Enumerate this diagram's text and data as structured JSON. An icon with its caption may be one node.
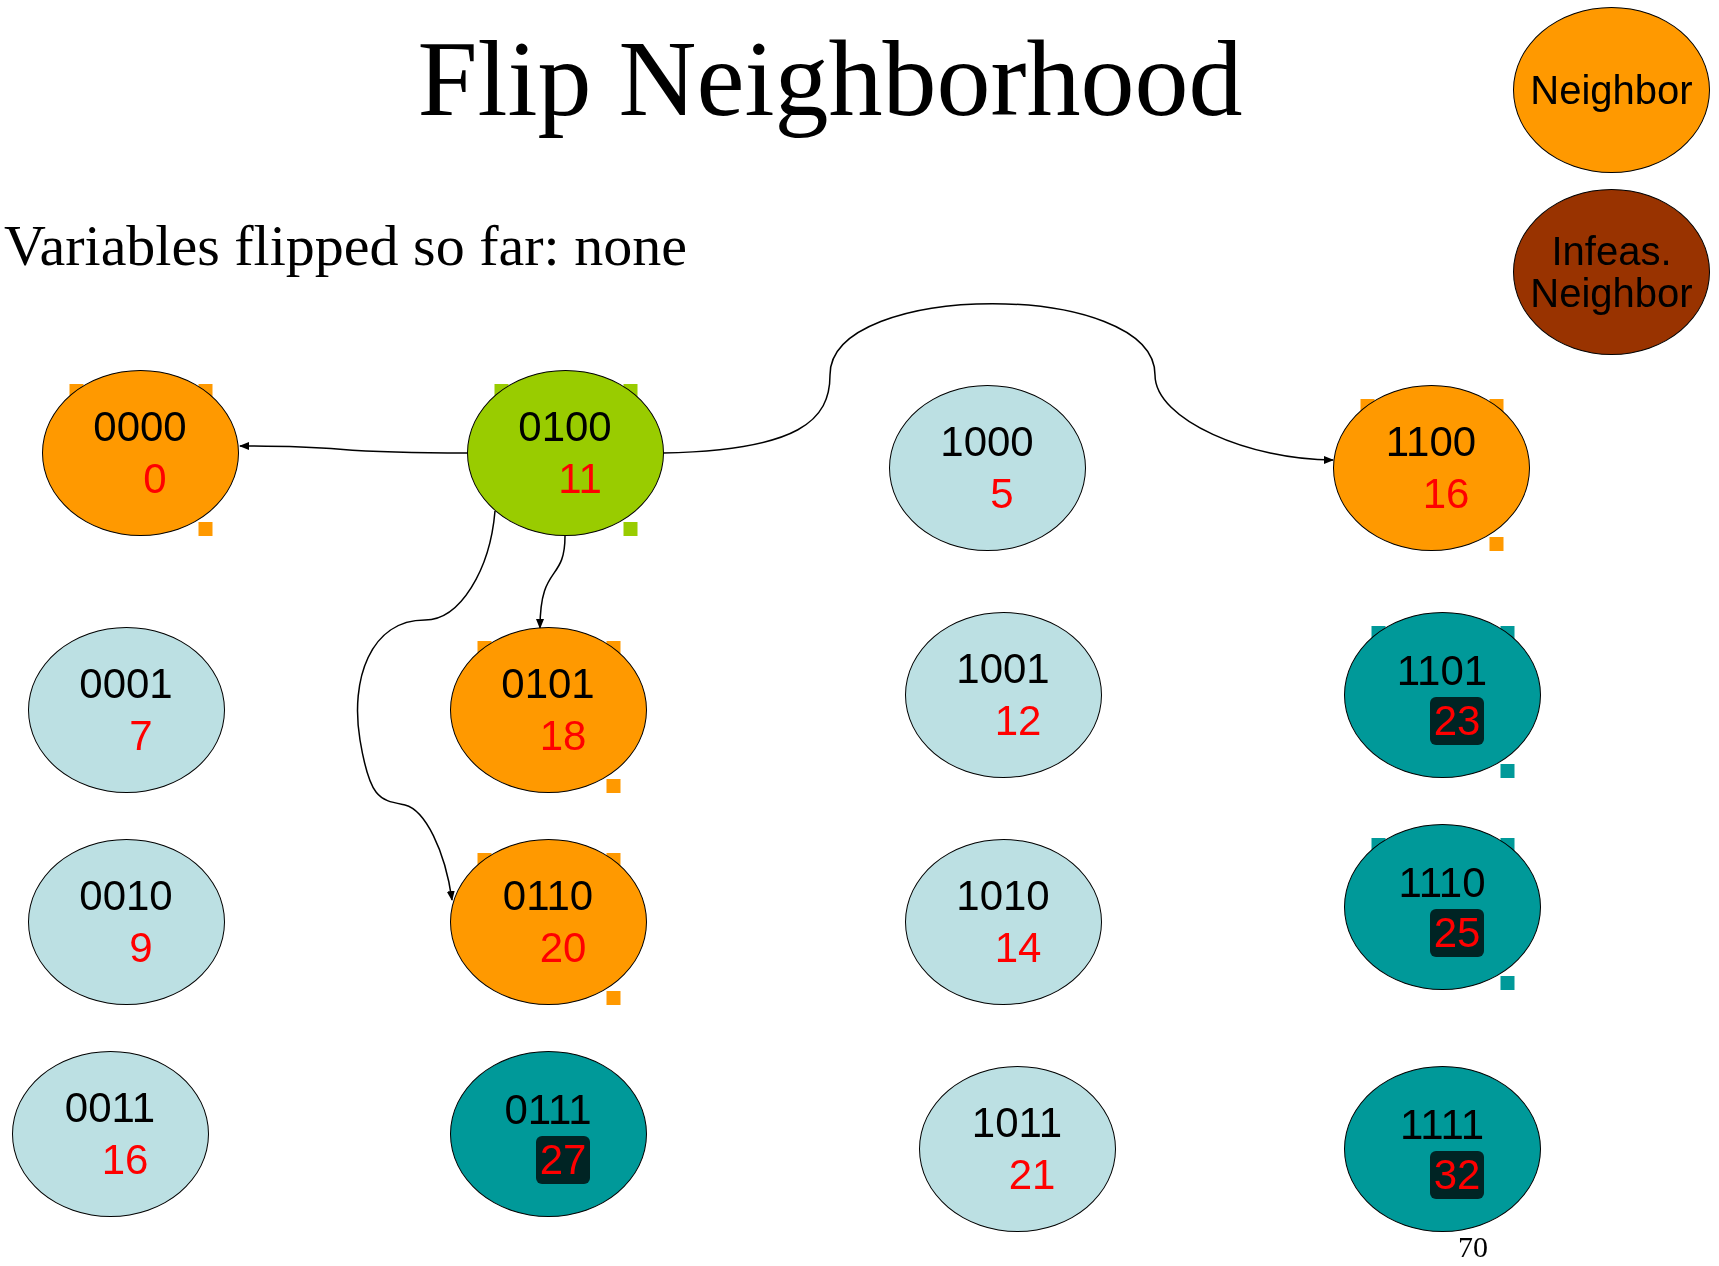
{
  "diagram": {
    "title": "Flip Neighborhood",
    "nodes": [
      {
        "text": [
          "0000",
          "0"
        ]
      },
      {
        "text": [
          "0100",
          "11"
        ]
      },
      {
        "text": [
          "1000",
          "5"
        ]
      },
      {
        "text": [
          "1100",
          "16"
        ]
      },
      {
        "text": [
          "0001",
          "7"
        ]
      },
      {
        "text": [
          "0101",
          "18"
        ]
      },
      {
        "text": [
          "1001",
          "12"
        ]
      },
      {
        "text": [
          "1101",
          "23"
        ]
      },
      {
        "text": [
          "0010",
          "9"
        ]
      },
      {
        "text": [
          "0110",
          "20"
        ]
      },
      {
        "text": [
          "1010",
          "14"
        ]
      },
      {
        "text": [
          "1110",
          "25"
        ]
      },
      {
        "text": [
          "0011",
          "16"
        ]
      },
      {
        "text": [
          "0111",
          "27"
        ]
      },
      {
        "text": [
          "1011",
          "21"
        ]
      },
      {
        "text": [
          "1111",
          "32"
        ]
      }
    ],
    "edges": [
      {
        "from": 1,
        "to": 0,
        "arrow": "to"
      },
      {
        "from": 1,
        "to": 3,
        "arrow": "to"
      },
      {
        "from": 1,
        "to": 5,
        "arrow": "to"
      },
      {
        "from": 1,
        "to": 9,
        "arrow": "to"
      }
    ],
    "labels": [
      "Variables flipped so far: none",
      "70"
    ],
    "legend": [
      {
        "text": "Neighbor",
        "color": "#ff9900"
      },
      {
        "text": "Infeas. Neighbor",
        "color": "#993300"
      }
    ]
  }
}
